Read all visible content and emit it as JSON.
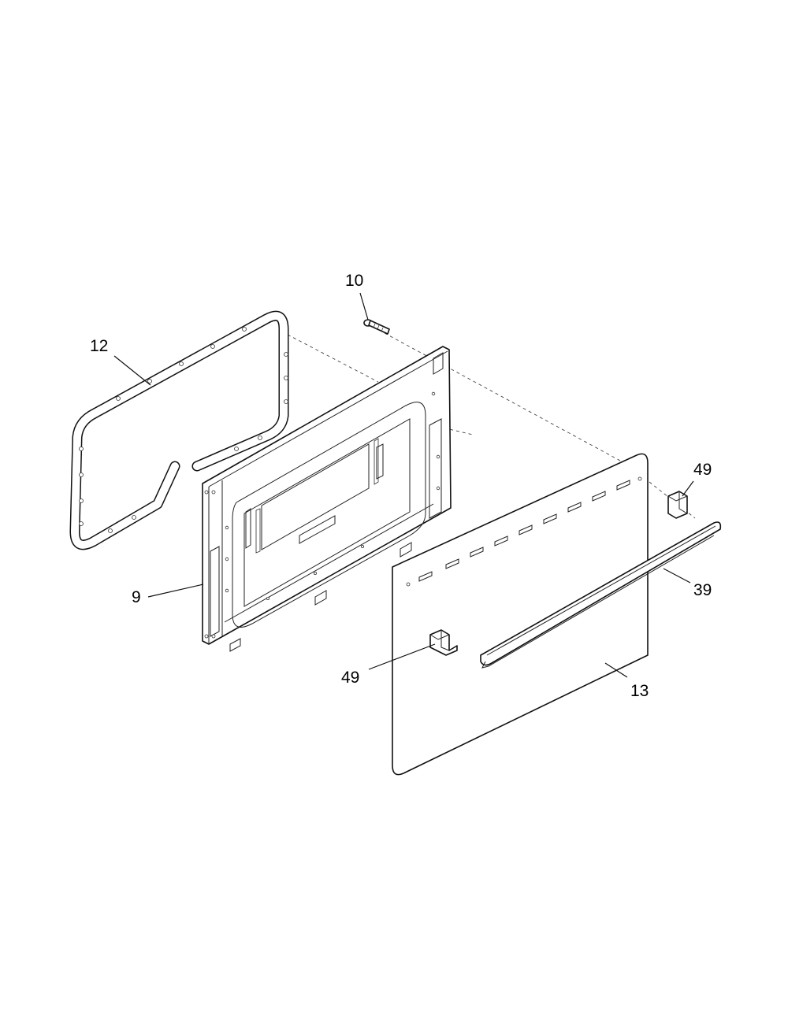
{
  "callouts": {
    "screw": "10",
    "gasket": "12",
    "inner_door": "9",
    "bracket_top": "49",
    "bracket_bottom": "49",
    "handle": "39",
    "outer_panel": "13"
  }
}
